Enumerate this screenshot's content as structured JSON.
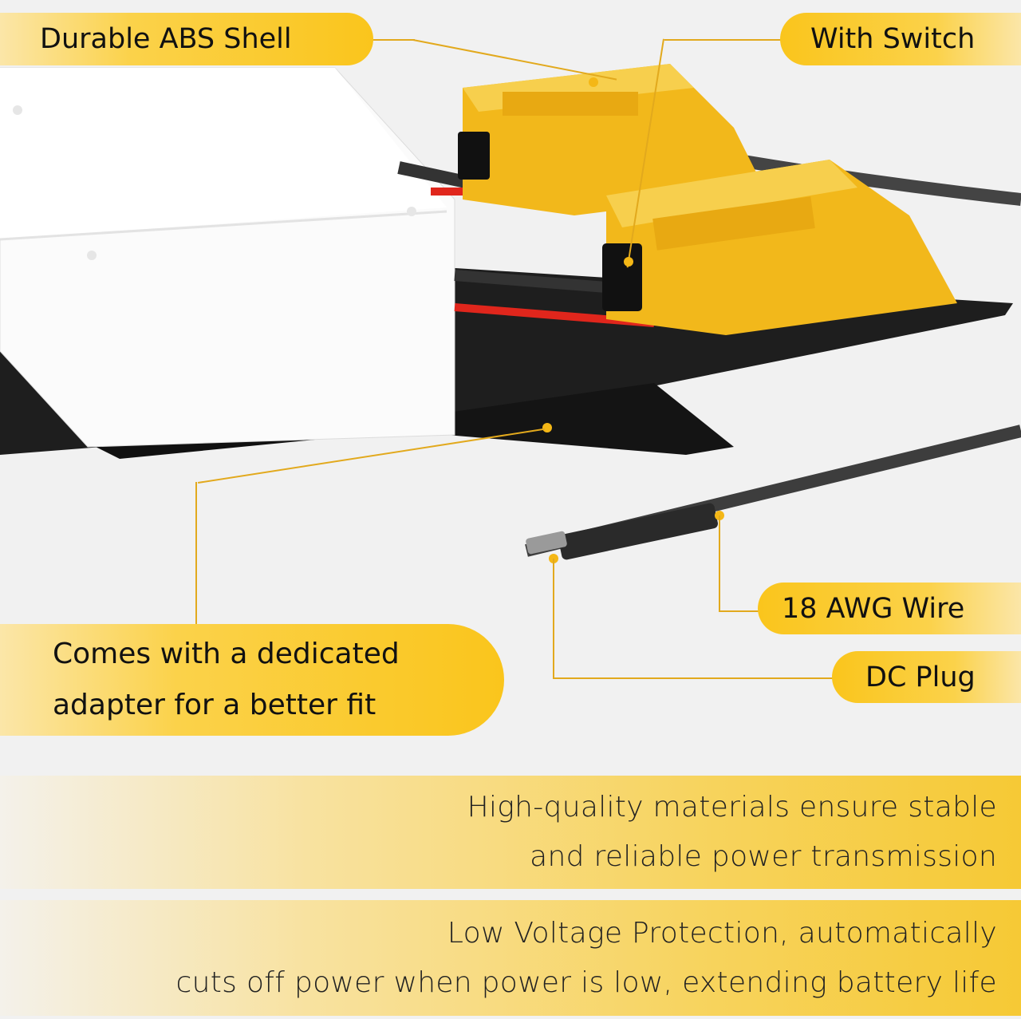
{
  "callouts": {
    "shell": "Durable ABS Shell",
    "switch": "With Switch",
    "wire": "18 AWG Wire",
    "plug": "DC Plug",
    "adapter_line1": "Comes with a dedicated",
    "adapter_line2": "adapter for a better fit"
  },
  "features": {
    "materials_line1": "High-quality materials ensure stable",
    "materials_line2": "and reliable power transmission",
    "protection_line1": "Low Voltage Protection, automatically",
    "protection_line2": "cuts off power when power is low, extending battery life"
  },
  "colors": {
    "accent": "#fac51c",
    "leader_line": "#e2a91d",
    "background": "#f1f1f1",
    "adapter_yellow": "#f2b81b",
    "plate_black": "#1e1e1e",
    "shell_white": "#fafafa",
    "wire_red": "#e0261c"
  }
}
